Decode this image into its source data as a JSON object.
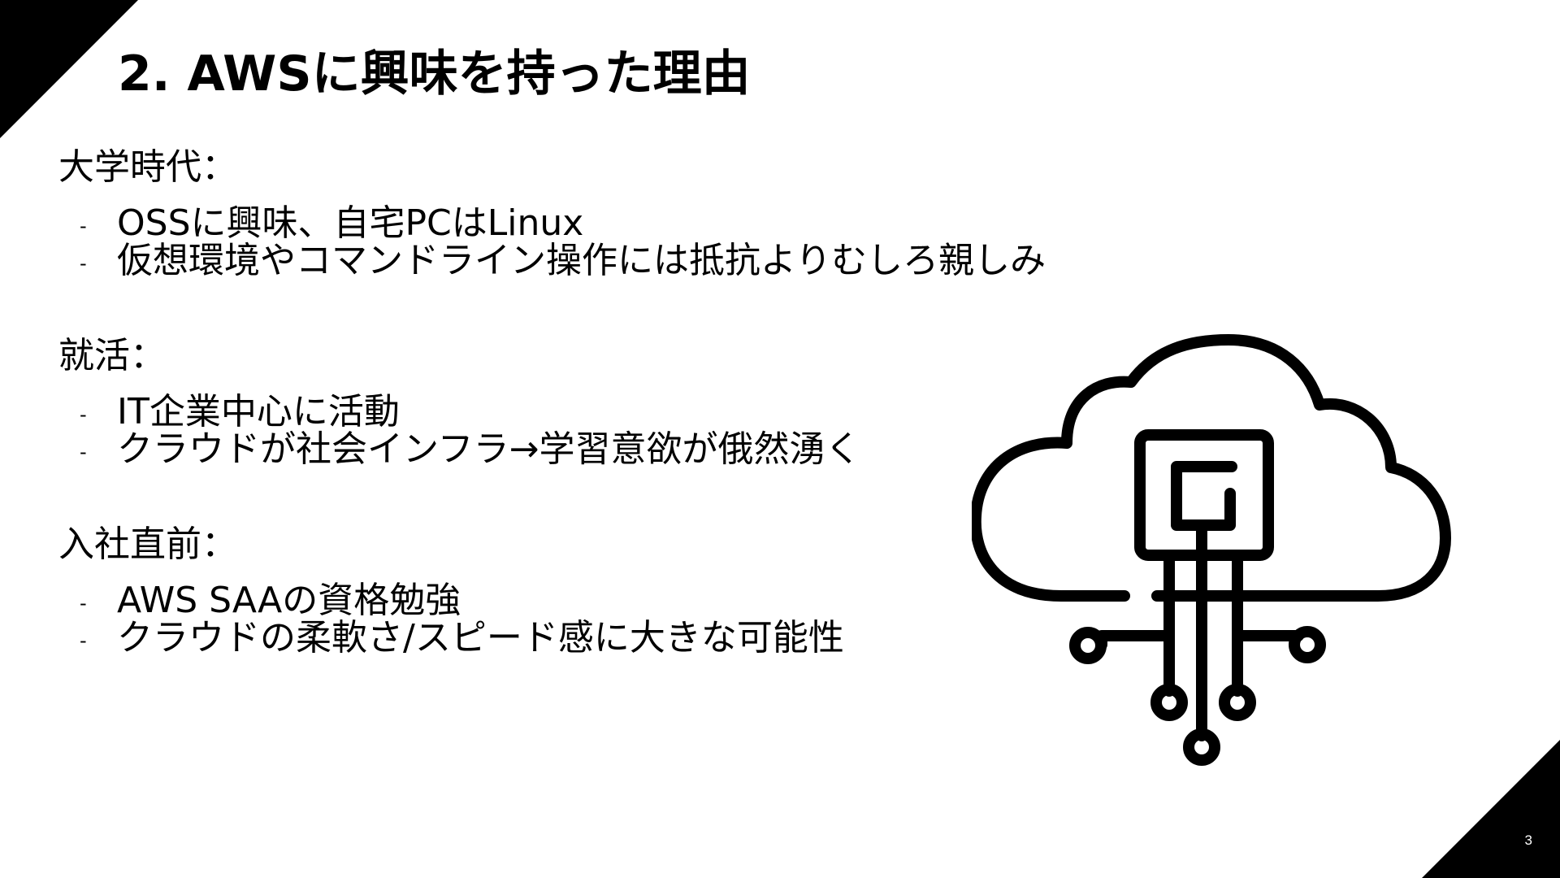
{
  "slide": {
    "title": "2. AWSに興味を持った理由",
    "page_number": "3"
  },
  "sections": [
    {
      "heading": "大学時代：",
      "bullets": [
        "OSSに興味、自宅PCはLinux",
        "仮想環境やコマンドライン操作には抵抗よりむしろ親しみ"
      ]
    },
    {
      "heading": "就活：",
      "bullets": [
        "IT企業中心に活動",
        "クラウドが社会インフラ→学習意欲が俄然湧く"
      ]
    },
    {
      "heading": "入社直前：",
      "bullets": [
        "AWS SAAの資格勉強",
        "クラウドの柔軟さ/スピード感に大きな可能性"
      ]
    }
  ],
  "bullet_marker": "-",
  "illustration": {
    "icon": "cloud-circuit-icon"
  },
  "colors": {
    "background": "#ffffff",
    "text": "#000000",
    "accent": "#000000"
  }
}
